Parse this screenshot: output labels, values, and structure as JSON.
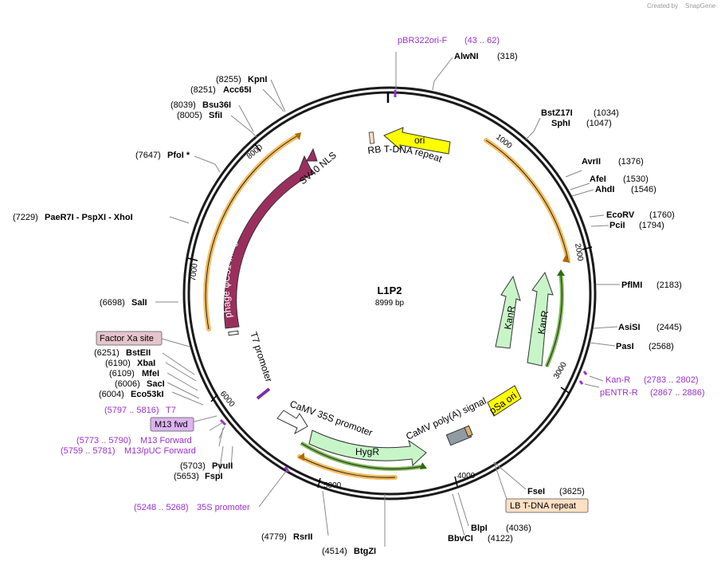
{
  "credit": {
    "created_by": "Created by",
    "brand": "SnapGene"
  },
  "plasmid": {
    "name": "L1P2",
    "length": "8999 bp"
  },
  "ruler_ticks": [
    "1000",
    "2000",
    "3000",
    "4000",
    "5000",
    "6000",
    "7000",
    "8000"
  ],
  "sites": [
    {
      "name": "AlwNI",
      "pos": "(318)"
    },
    {
      "name": "BstZ17I",
      "pos": "(1034)"
    },
    {
      "name": "SphI",
      "pos": "(1047)"
    },
    {
      "name": "AvrII",
      "pos": "(1376)"
    },
    {
      "name": "AfeI",
      "pos": "(1530)"
    },
    {
      "name": "AhdI",
      "pos": "(1546)"
    },
    {
      "name": "EcoRV",
      "pos": "(1760)"
    },
    {
      "name": "PciI",
      "pos": "(1794)"
    },
    {
      "name": "PflMI",
      "pos": "(2183)"
    },
    {
      "name": "AsiSI",
      "pos": "(2445)"
    },
    {
      "name": "PasI",
      "pos": "(2568)"
    },
    {
      "name": "FseI",
      "pos": "(3625)"
    },
    {
      "name": "BlpI",
      "pos": "(4036)"
    },
    {
      "name": "BbvCI",
      "pos": "(4122)"
    },
    {
      "name": "BtgZI",
      "pos": "(4514)"
    },
    {
      "name": "RsrII",
      "pos": "(4779)"
    },
    {
      "name": "FspI",
      "pos": "(5653)"
    },
    {
      "name": "PvuII",
      "pos": "(5703)"
    },
    {
      "name": "Eco53kI",
      "pos": "(6004)"
    },
    {
      "name": "SacI",
      "pos": "(6006)"
    },
    {
      "name": "MfeI",
      "pos": "(6109)"
    },
    {
      "name": "XbaI",
      "pos": "(6190)"
    },
    {
      "name": "BstEII",
      "pos": "(6251)"
    },
    {
      "name": "SalI",
      "pos": "(6698)"
    },
    {
      "name": "PaeR7I - PspXI - XhoI",
      "pos": "(7229)"
    },
    {
      "name": "PfoI *",
      "pos": "(7647)"
    },
    {
      "name": "SfiI",
      "pos": "(8005)"
    },
    {
      "name": "Bsu36I",
      "pos": "(8039)"
    },
    {
      "name": "Acc65I",
      "pos": "(8251)"
    },
    {
      "name": "KpnI",
      "pos": "(8255)"
    }
  ],
  "primers": [
    {
      "name": "pBR322ori-F",
      "range": "(43 .. 62)"
    },
    {
      "name": "Kan-R",
      "range": "(2783 .. 2802)"
    },
    {
      "name": "pENTR-R",
      "range": "(2867 .. 2886)"
    },
    {
      "name": "T7",
      "range": "(5797 .. 5816)"
    },
    {
      "name": "M13 Forward",
      "range": "(5773 .. 5790)"
    },
    {
      "name": "M13/pUC Forward",
      "range": "(5759 .. 5781)"
    },
    {
      "name": "35S promoter",
      "range": "(5248 .. 5268)"
    }
  ],
  "boxed_labels": {
    "factor_xa": "Factor Xa site",
    "m13_fwd": "M13 fwd",
    "lb_repeat": "LB T-DNA repeat"
  },
  "features": {
    "ori": "ori",
    "rb_repeat": "RB T-DNA repeat",
    "sv40_nls": "SV40 NLS",
    "integrase": "phage φC31 integrase",
    "t7_promoter": "T7 promoter",
    "camv35s": "CaMV 35S promoter",
    "hygr": "HygR",
    "camv_polya": "CaMV poly(A) signal",
    "psa_ori": "pSa ori",
    "kanr_1": "KanR",
    "kanr_2": "KanR"
  },
  "colors": {
    "backbone": "#1a1a1a",
    "primer": "#9b2fd1",
    "ori": "#ffff00",
    "integrase": "#9a2f5e",
    "resistance": "#c8f5c8",
    "orf_highlight": "#f5b041",
    "orf_green": "#5fa82a",
    "lb_box": "#fde0c4",
    "factor_xa_box": "#e6c4cc",
    "m13_box": "#dcb4f0"
  }
}
